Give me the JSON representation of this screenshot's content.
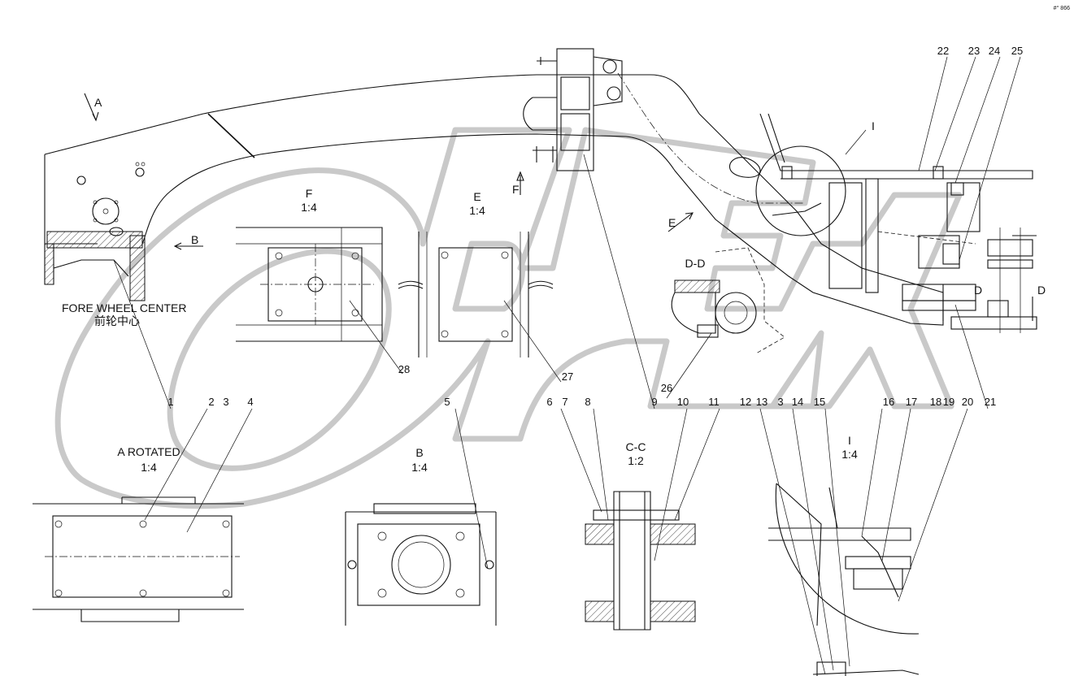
{
  "watermark": "OPEX",
  "corner_mark": "#° 866",
  "part_numbers": [
    "1",
    "2",
    "3",
    "4",
    "5",
    "6",
    "7",
    "8",
    "9",
    "10",
    "11",
    "12",
    "13",
    "3",
    "14",
    "15",
    "16",
    "17",
    "18",
    "19",
    "20",
    "21",
    "22",
    "23",
    "24",
    "25",
    "26",
    "27",
    "28"
  ],
  "views": {
    "F": {
      "name": "F",
      "scale": "1:4"
    },
    "E": {
      "name": "E",
      "scale": "1:4"
    },
    "A_rotated": {
      "name": "A ROTATED",
      "scale": "1:4"
    },
    "B": {
      "name": "B",
      "scale": "1:4"
    },
    "CC": {
      "name": "C-C",
      "scale": "1:2"
    },
    "DD": {
      "name": "D-D"
    },
    "I": {
      "name": "I",
      "scale": "1:4"
    }
  },
  "arrows": {
    "A": "A",
    "B": "B",
    "E": "E",
    "F": "F",
    "D_left": "D",
    "D_right": "D",
    "I": "I"
  },
  "fore_wheel_center": {
    "en": "FORE WHEEL CENTER",
    "zh": "前轮中心"
  }
}
